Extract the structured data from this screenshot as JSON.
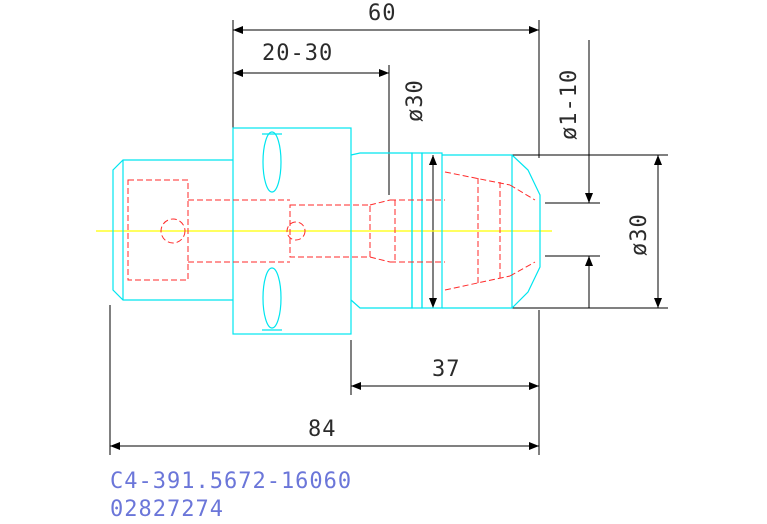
{
  "dimensions": {
    "overall_top": "60",
    "gauge_range": "20-30",
    "neck_diameter": "ø30",
    "bore_range": "ø1-10",
    "nose_diameter": "ø30",
    "nose_length": "37",
    "overall_length": "84"
  },
  "part": {
    "code": "C4-391.5672-16060",
    "number": "02827274"
  },
  "colors": {
    "outline": "#00e5ef",
    "hidden": "#ff2a2a",
    "centerline": "#ffff00",
    "dimension": "#2b2b2b",
    "part_text": "#6b76d9"
  }
}
